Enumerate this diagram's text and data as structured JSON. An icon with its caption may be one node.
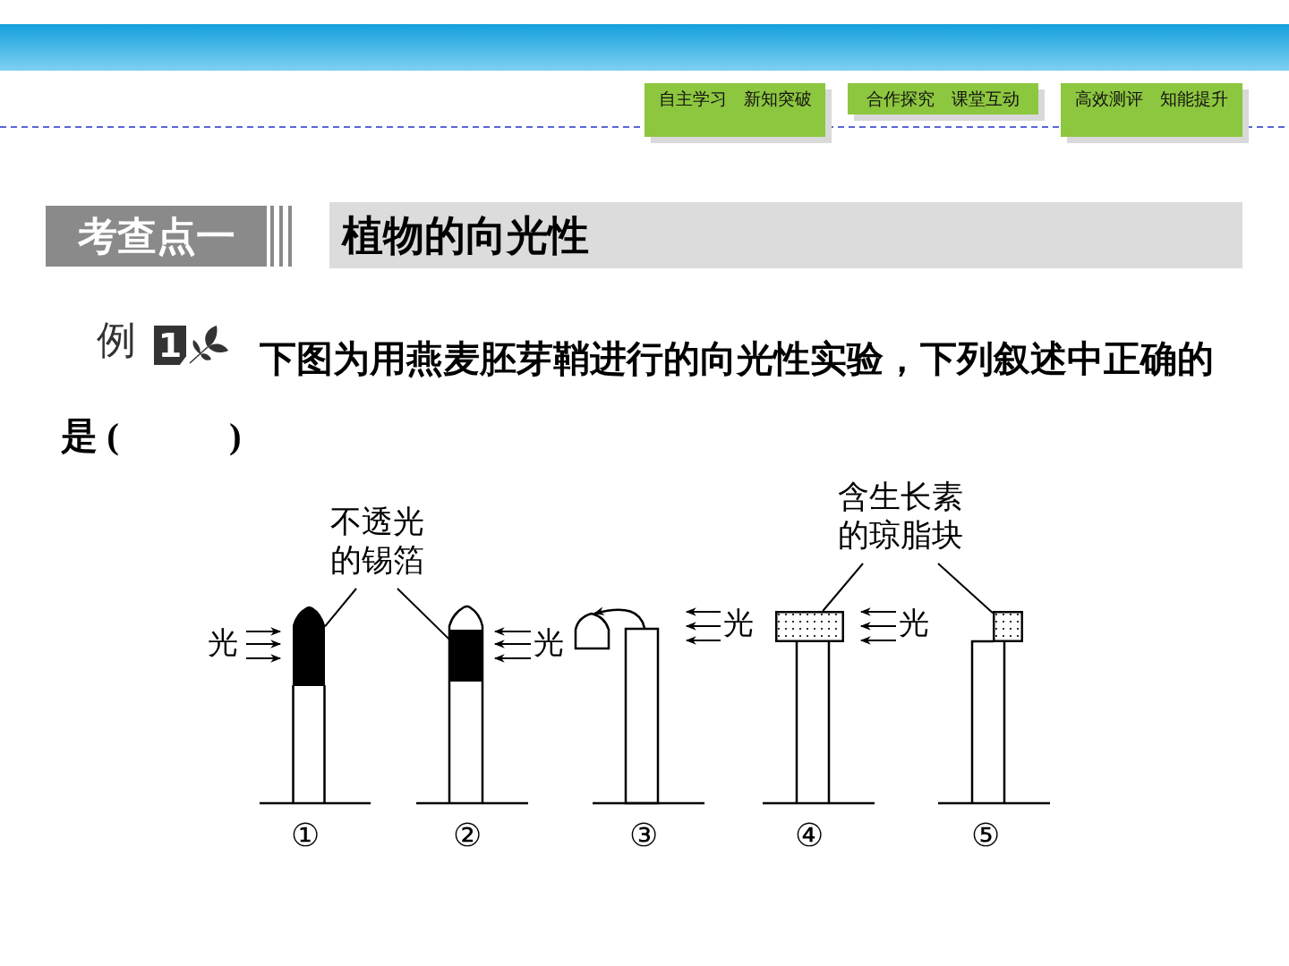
{
  "diagram": {
    "nodes": [
      {
        "text": [
          "自主学习　新知突破"
        ]
      },
      {
        "text": [
          "合作探究　课堂互动"
        ]
      },
      {
        "text": [
          "高效测评　知能提升"
        ]
      },
      {
        "text": [
          "考查点一"
        ]
      },
      {
        "text": [
          "植物的向光性"
        ]
      },
      {
        "text": [
          "不透光的锡箔"
        ]
      },
      {
        "text": [],
        "shape": "box"
      },
      {
        "text": [],
        "shape": "box"
      },
      {
        "text": [
          "含生长素的琼脂块"
        ]
      },
      {
        "text": [],
        "shape": "box"
      },
      {
        "text": [],
        "shape": "box"
      }
    ],
    "edges": [
      {
        "from": 5,
        "to": 6,
        "arrow": "none"
      },
      {
        "from": 5,
        "to": 7,
        "arrow": "none"
      },
      {
        "from": 8,
        "to": 9,
        "arrow": "none"
      },
      {
        "from": 8,
        "to": 10,
        "arrow": "none"
      }
    ],
    "labels": [
      "例",
      "1",
      "下图为用燕麦胚芽鞘进行的向光性实验，下列叙述中正确的是 (　　　)",
      "光",
      "光",
      "光",
      "光",
      "①",
      "②",
      "③",
      "④",
      "⑤"
    ]
  }
}
